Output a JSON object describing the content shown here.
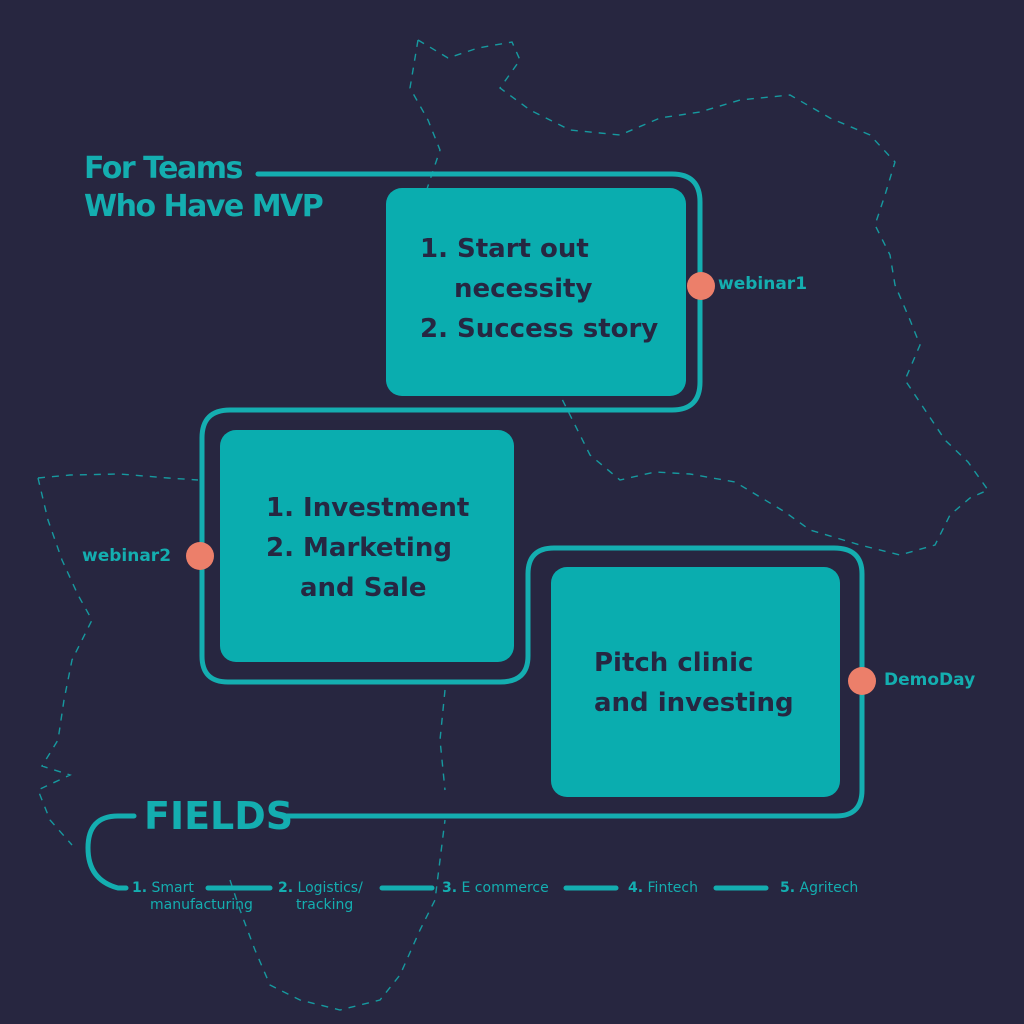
{
  "header": {
    "title_line1": "For Teams",
    "title_line2": "Who Have MVP"
  },
  "stages": [
    {
      "lines": [
        "1. Start out",
        "   necessity",
        "2. Success story"
      ],
      "milestone": "webinar1"
    },
    {
      "lines": [
        "1. Investment",
        "2. Marketing",
        "   and Sale"
      ],
      "milestone": "webinar2"
    },
    {
      "lines": [
        "Pitch clinic",
        "and investing"
      ],
      "milestone": "DemoDay"
    }
  ],
  "fields": {
    "title": "FIELDS",
    "items": [
      {
        "num": "1.",
        "line1": "Smart",
        "line2": "manufacturing"
      },
      {
        "num": "2.",
        "line1": "Logistics/",
        "line2": "tracking"
      },
      {
        "num": "3.",
        "line1": "E commerce",
        "line2": ""
      },
      {
        "num": "4.",
        "line1": "Fintech",
        "line2": ""
      },
      {
        "num": "5.",
        "line1": "Agritech",
        "line2": ""
      }
    ]
  },
  "colors": {
    "background": "#272640",
    "teal": "#0aadaf",
    "dot": "#ec7f6a",
    "dark_text": "#262742"
  }
}
